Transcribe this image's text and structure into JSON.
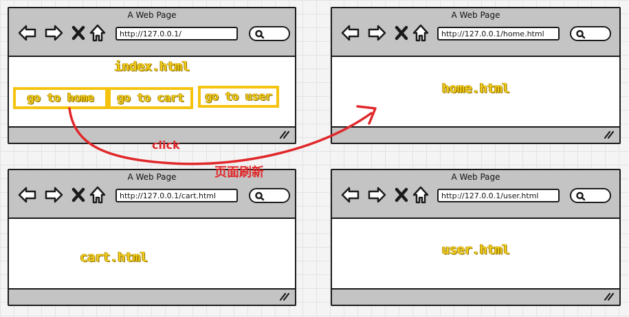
{
  "browser_title": "A Web Page",
  "windows": [
    {
      "id": "index",
      "url": "http://127.0.0.1/",
      "page_label": "index.html",
      "links": [
        "go to home",
        "go to cart",
        "go to user"
      ]
    },
    {
      "id": "home",
      "url": "http://127.0.0.1/home.html",
      "page_label": "home.html"
    },
    {
      "id": "cart",
      "url": "http://127.0.0.1/cart.html",
      "page_label": "cart.html"
    },
    {
      "id": "user",
      "url": "http://127.0.0.1/user.html",
      "page_label": "user.html"
    }
  ],
  "arrow": {
    "label": "click",
    "caption": "页面刷新",
    "color": "#e0272a"
  },
  "colors": {
    "label_yellow": "#f2cc1a",
    "chrome_gray": "#c4c4c4",
    "outline": "#1a1a1a"
  }
}
